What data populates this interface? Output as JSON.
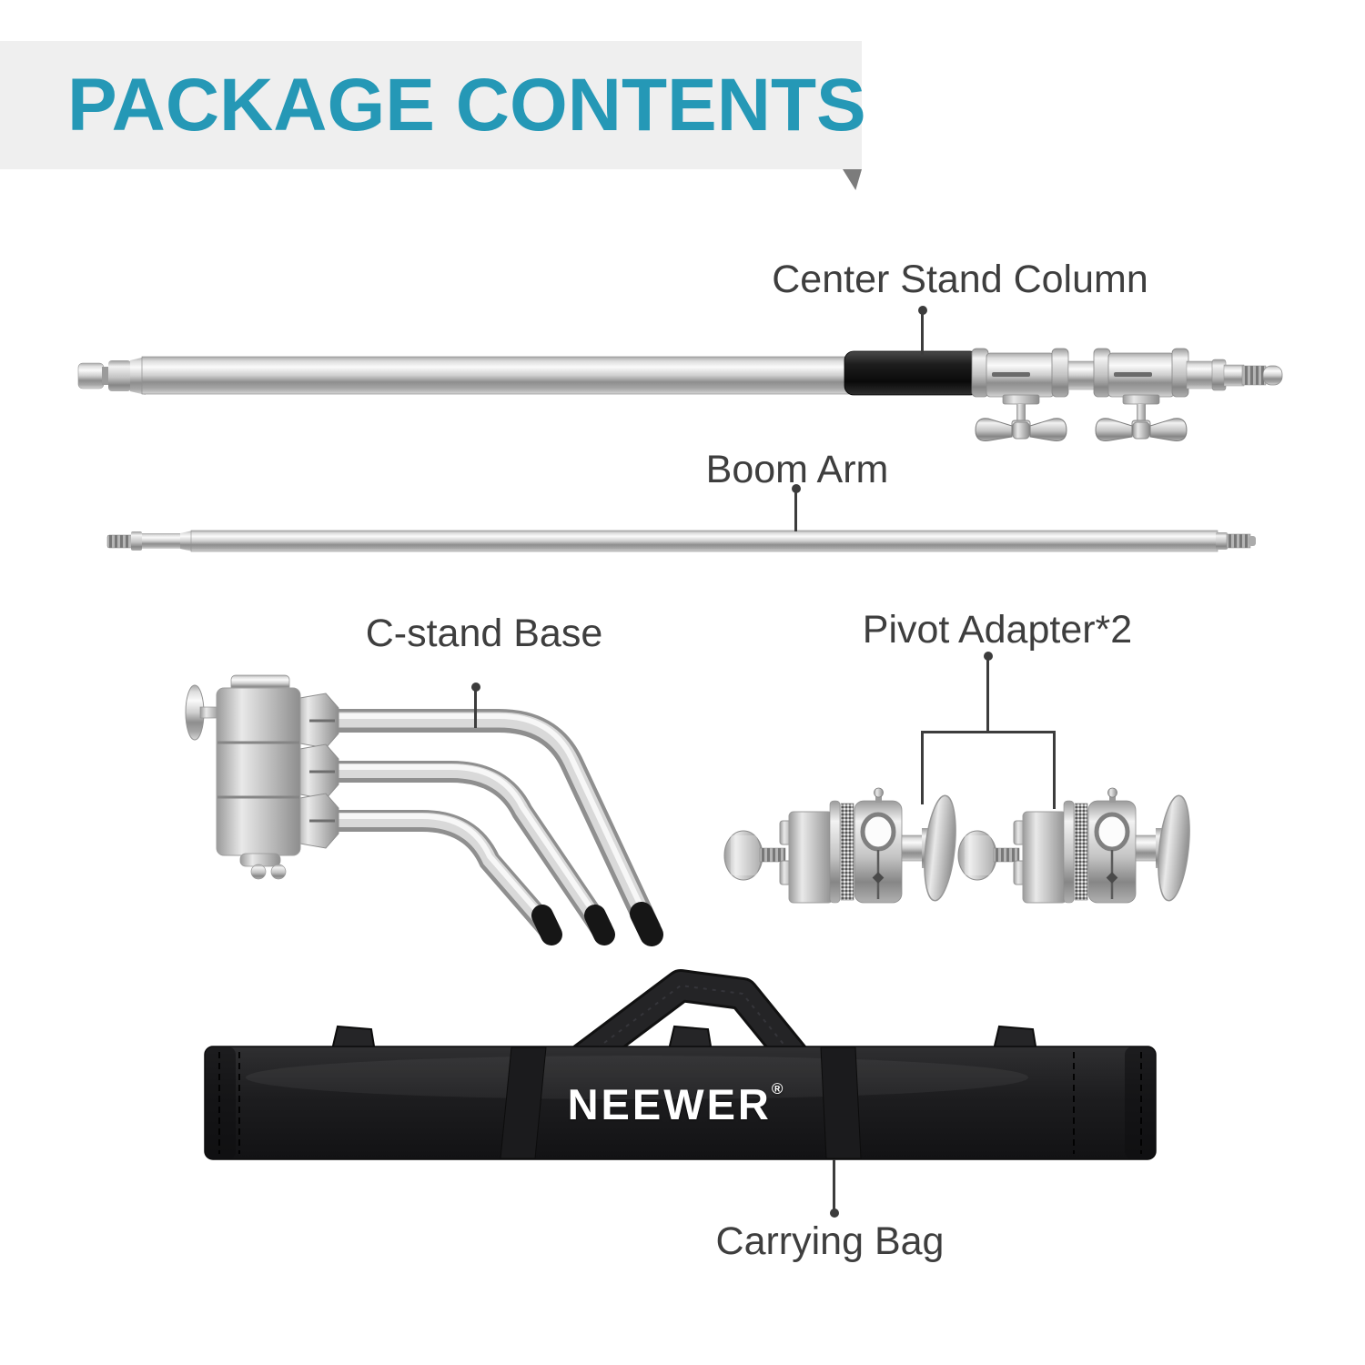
{
  "banner": {
    "title": "PACKAGE CONTENTS"
  },
  "labels": {
    "center_stand_column": "Center Stand Column",
    "boom_arm": "Boom Arm",
    "c_stand_base": "C-stand Base",
    "pivot_adapter": "Pivot Adapter*2",
    "carrying_bag": "Carrying Bag"
  },
  "bag": {
    "brand": "NEEWER",
    "registered_mark": "®"
  },
  "colors": {
    "accent_teal": "#2598b6",
    "banner_background": "#efefef",
    "fold_gray": "#7c7c7c",
    "label_text": "#3e3e3e",
    "bag_black": "#1c1c1e",
    "metal_silver": "#c9c9c9",
    "grip_black": "#141414"
  }
}
